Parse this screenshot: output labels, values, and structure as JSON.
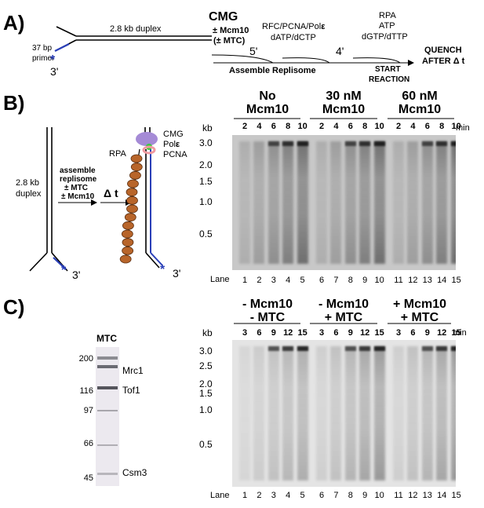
{
  "panelA": {
    "letter": "A)",
    "primer_label_1": "37 bp",
    "primer_label_2": "primer",
    "duplex_label": "2.8 kb duplex",
    "three_prime": "3'",
    "star": "*",
    "step1_title": "CMG",
    "step1_line2": "± Mcm10",
    "step1_line3": "(± MTC)",
    "step1_time": "5'",
    "step2_line1": "RFC/PCNA/Pol",
    "step2_epsilon": "ε",
    "step2_line2": "dATP/dCTP",
    "step2_time": "4'",
    "assemble_label": "Assemble Replisome",
    "step3_line1": "RPA",
    "step3_line2": "ATP",
    "step3_line3": "dGTP/dTTP",
    "start_line1": "START",
    "start_line2": "REACTION",
    "quench_line1": "QUENCH",
    "quench_line2": "AFTER Δ t"
  },
  "panelB": {
    "letter": "B)",
    "duplex_label_1": "2.8 kb",
    "duplex_label_2": "duplex",
    "assemble_1": "assemble",
    "assemble_2": "replisome",
    "assemble_3": "± MTC",
    "assemble_4": "± Mcm10",
    "delta_t": "Δ t",
    "rpa": "RPA",
    "cmg": "CMG",
    "pol": "Pol",
    "pol_eps": "ε",
    "pcna": "PCNA",
    "three_prime_left": "3'",
    "three_prime_right": "3'",
    "star": "*",
    "kb": "kb",
    "min": "min",
    "groups": [
      {
        "line1": "No",
        "line2": "Mcm10"
      },
      {
        "line1": "30 nM",
        "line2": "Mcm10"
      },
      {
        "line1": "60 nM",
        "line2": "Mcm10"
      }
    ],
    "times": [
      "2",
      "4",
      "6",
      "8",
      "10",
      "2",
      "4",
      "6",
      "8",
      "10",
      "2",
      "4",
      "6",
      "8",
      "10"
    ],
    "markers": [
      "3.0",
      "2.0",
      "1.5",
      "1.0",
      "0.5"
    ],
    "lane_label": "Lane",
    "lanes": [
      "1",
      "2",
      "3",
      "4",
      "5",
      "6",
      "7",
      "8",
      "9",
      "10",
      "11",
      "12",
      "13",
      "14",
      "15"
    ]
  },
  "panelC": {
    "letter": "C)",
    "mtc_title": "MTC",
    "mw_markers": [
      "200",
      "116",
      "97",
      "66",
      "45"
    ],
    "bands": [
      "Mrc1",
      "Tof1",
      "Csm3"
    ],
    "kb": "kb",
    "min": "min",
    "groups": [
      {
        "line1": "- Mcm10",
        "line2": "- MTC"
      },
      {
        "line1": "- Mcm10",
        "line2": "+ MTC"
      },
      {
        "line1": "+ Mcm10",
        "line2": "+ MTC"
      }
    ],
    "times": [
      "3",
      "6",
      "9",
      "12",
      "15",
      "3",
      "6",
      "9",
      "12",
      "15",
      "3",
      "6",
      "9",
      "12",
      "15"
    ],
    "markers": [
      "3.0",
      "2.5",
      "2.0",
      "1.5",
      "1.0",
      "0.5"
    ],
    "lane_label": "Lane",
    "lanes": [
      "1",
      "2",
      "3",
      "4",
      "5",
      "6",
      "7",
      "8",
      "9",
      "10",
      "11",
      "12",
      "13",
      "14",
      "15"
    ]
  },
  "colors": {
    "blue": "#2a3fb8",
    "purple": "#a58bd6",
    "green": "#3ccb3c",
    "pink": "#f09aa0",
    "bead": "#b8652a"
  }
}
